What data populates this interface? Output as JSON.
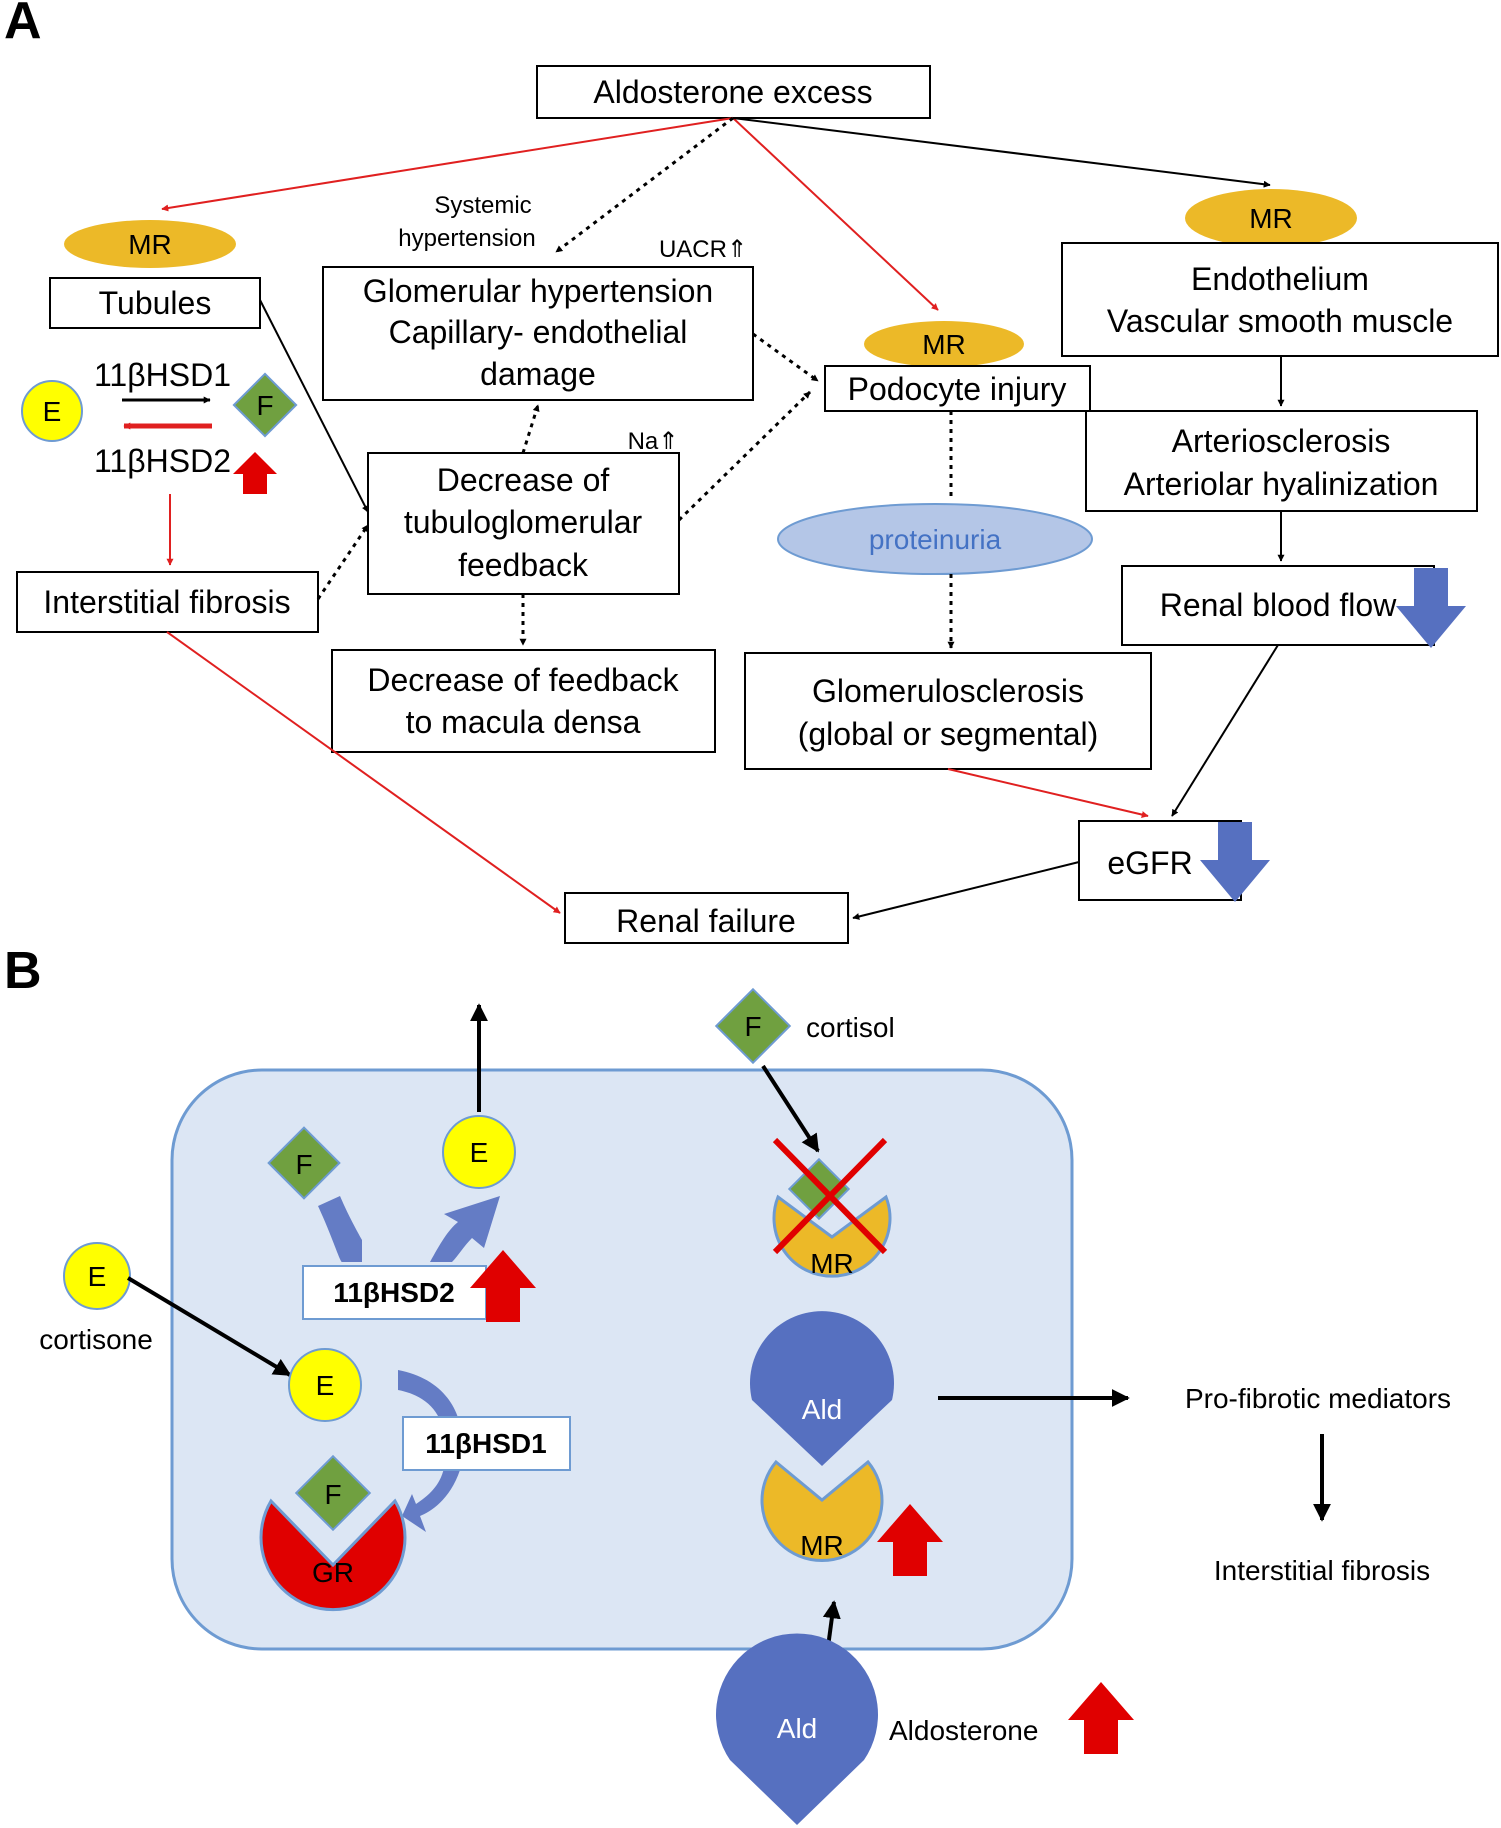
{
  "panels": {
    "a": "A",
    "b": "B"
  },
  "panel_a": {
    "aldosterone_excess": "Aldosterone excess",
    "mr": "MR",
    "tubules": "Tubules",
    "hsd1": "11βHSD1",
    "hsd2": "11βHSD2",
    "e": "E",
    "f": "F",
    "interstitial_fibrosis": "Interstitial fibrosis",
    "systemic_htn_line1": "Systemic",
    "systemic_htn_line2": "hypertension",
    "uacr": "UACR⇑",
    "na": "Na⇑",
    "glomerular_line1": "Glomerular hypertension",
    "glomerular_line2": "Capillary- endothelial",
    "glomerular_line3": "damage",
    "tgf_line1": "Decrease of",
    "tgf_line2": "tubuloglomerular",
    "tgf_line3": "feedback",
    "macula_line1": "Decrease of feedback",
    "macula_line2": "to macula densa",
    "podocyte_injury": "Podocyte injury",
    "proteinuria": "proteinuria",
    "glomerulosclerosis_line1": "Glomerulosclerosis",
    "glomerulosclerosis_line2": "(global or segmental)",
    "endothelium_line1": "Endothelium",
    "endothelium_line2": "Vascular smooth muscle",
    "arterio_line1": "Arteriosclerosis",
    "arterio_line2": "Arteriolar hyalinization",
    "renal_blood_flow": "Renal blood flow",
    "egfr": "eGFR",
    "renal_failure": "Renal failure"
  },
  "panel_b": {
    "f": "F",
    "e": "E",
    "mr": "MR",
    "gr": "GR",
    "ald": "Ald",
    "cortisol": "cortisol",
    "cortisone": "cortisone",
    "hsd2": "11βHSD2",
    "hsd1": "11βHSD1",
    "pro_fibrotic": "Pro-fibrotic mediators",
    "interstitial_fibrosis": "Interstitial fibrosis",
    "aldosterone": "Aldosterone"
  },
  "colors": {
    "red_arrow": "#e02020",
    "red_block": "#e00000",
    "blue_arrow": "#5670c0",
    "mr_gold": "#ecb928",
    "proteinuria_fill": "#b4c6e7",
    "proteinuria_text": "#4472c4",
    "e_yellow": "#ffff00",
    "f_green": "#70a040",
    "gr_red": "#e00000",
    "cell_fill": "#dce6f4",
    "cell_stroke": "#6e9bd2",
    "ald_blue": "#5670c0"
  },
  "icons": [
    "arrow-up-icon",
    "arrow-down-icon",
    "cross-icon"
  ]
}
